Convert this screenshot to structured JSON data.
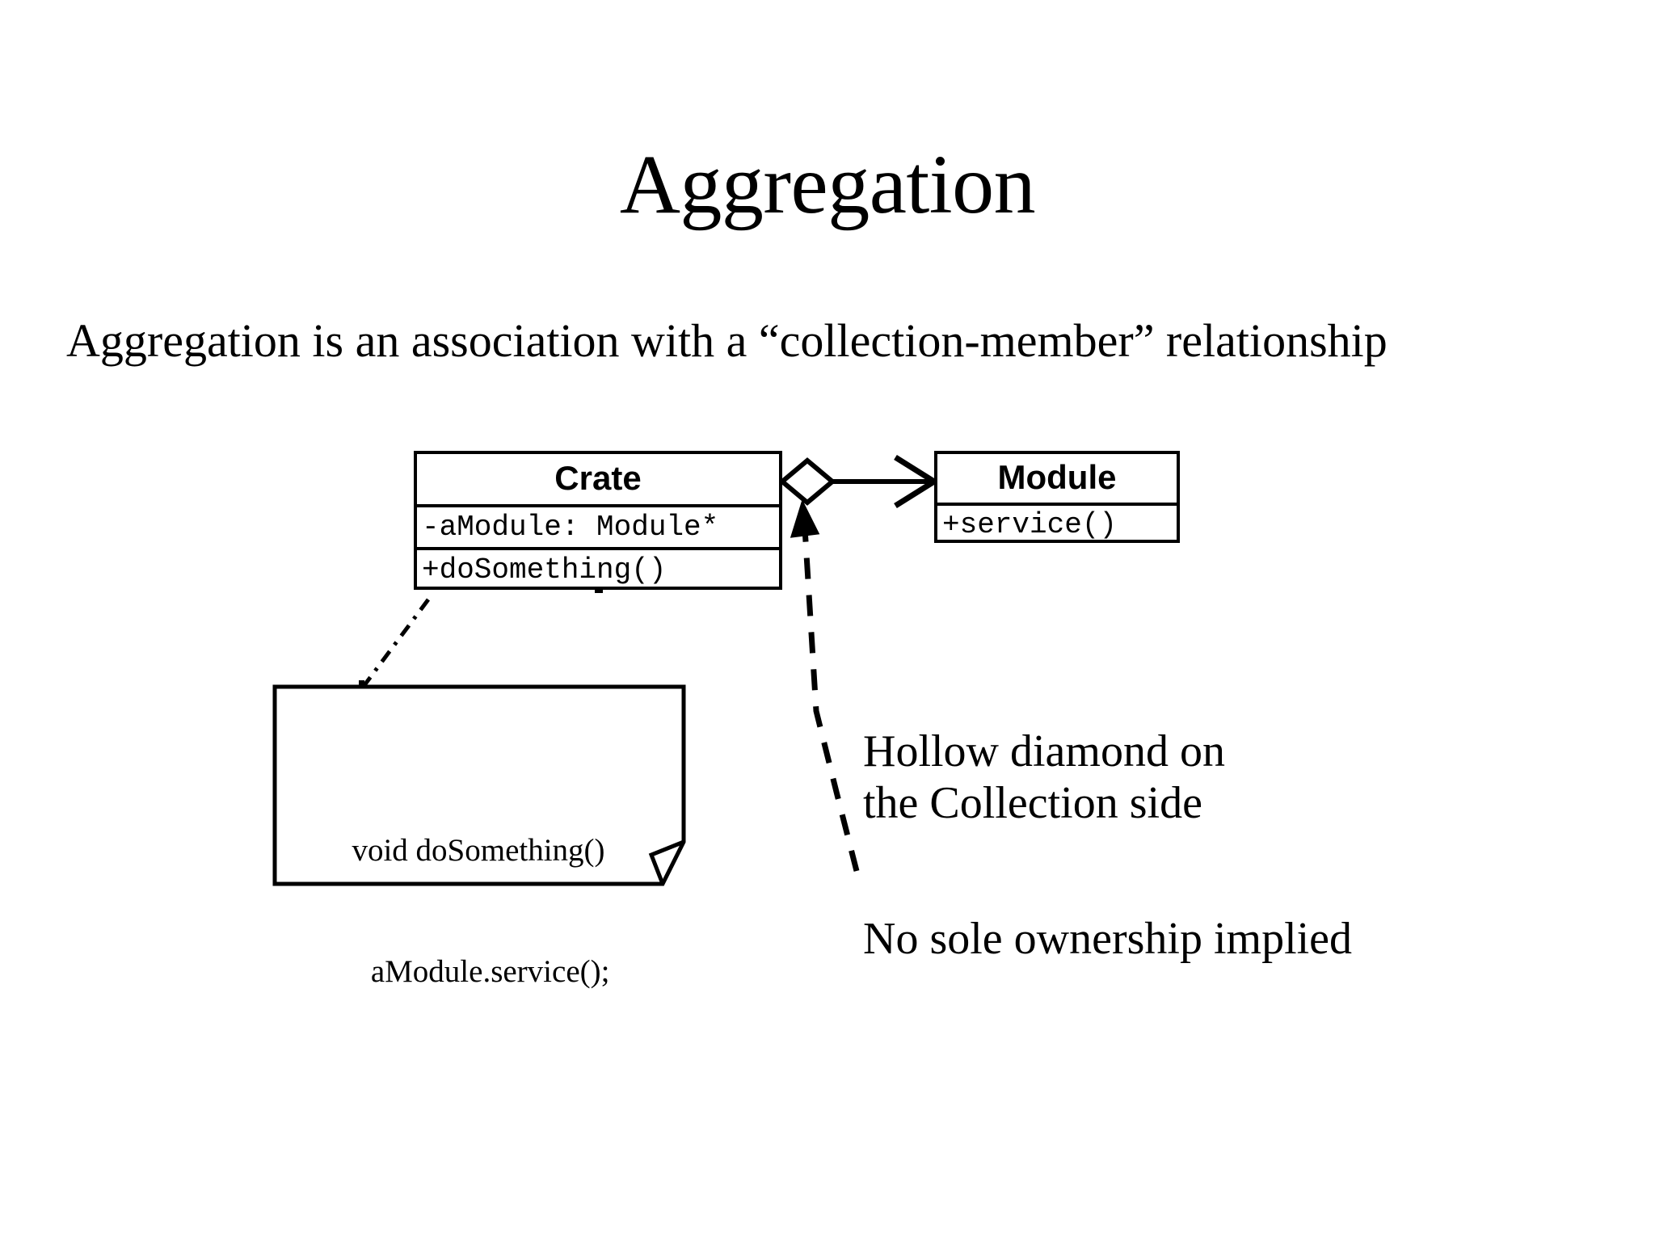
{
  "slide": {
    "title": "Aggregation",
    "subtitle": "Aggregation is an association with a “collection-member” relationship",
    "background_color": "#ffffff",
    "ink_color": "#000000"
  },
  "diagram": {
    "type": "uml-class-diagram",
    "classes": [
      {
        "name": "Crate",
        "attributes": [
          "-aModule: Module*"
        ],
        "operations": [
          "+doSomething()"
        ]
      },
      {
        "name": "Module",
        "attributes": [],
        "operations": [
          "+service()"
        ]
      }
    ],
    "relationship": {
      "kind": "aggregation",
      "source": "Crate",
      "target": "Module",
      "source_decoration": "hollow-diamond",
      "target_decoration": "open-arrowhead",
      "line_style": "solid"
    },
    "note": {
      "attached_to": "Crate",
      "connector_style": "dash-dot",
      "line1": "void doSomething()",
      "line2": "   aModule.service();"
    },
    "annotations": [
      {
        "text": "Hollow diamond on\nthe Collection side",
        "pointer_style": "dashed-arrow",
        "points_at": "hollow-diamond"
      },
      {
        "text": "No sole ownership implied",
        "pointer_style": "none"
      }
    ]
  }
}
